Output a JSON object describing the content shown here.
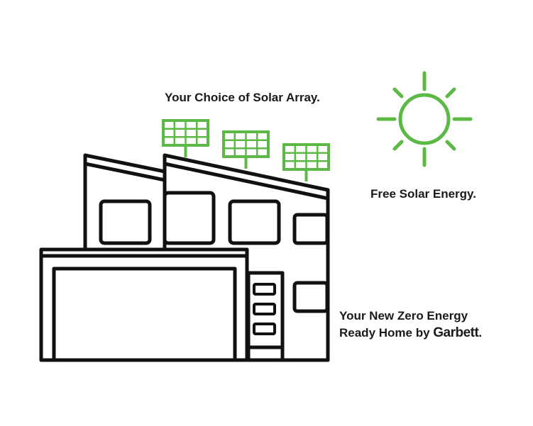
{
  "captions": {
    "solar_array": "Your Choice of Solar Array.",
    "free_energy": "Free Solar Energy.",
    "home_line1": "Your New Zero Energy",
    "home_line2_prefix": "Ready Home by ",
    "home_brand": "Garbett",
    "home_line2_suffix": "."
  },
  "colors": {
    "accent_green": "#5cb946",
    "line_black": "#111111",
    "text": "#1a1a1a",
    "background": "#ffffff"
  },
  "icons": [
    "sun-icon",
    "solar-panel-icon",
    "house-illustration"
  ]
}
